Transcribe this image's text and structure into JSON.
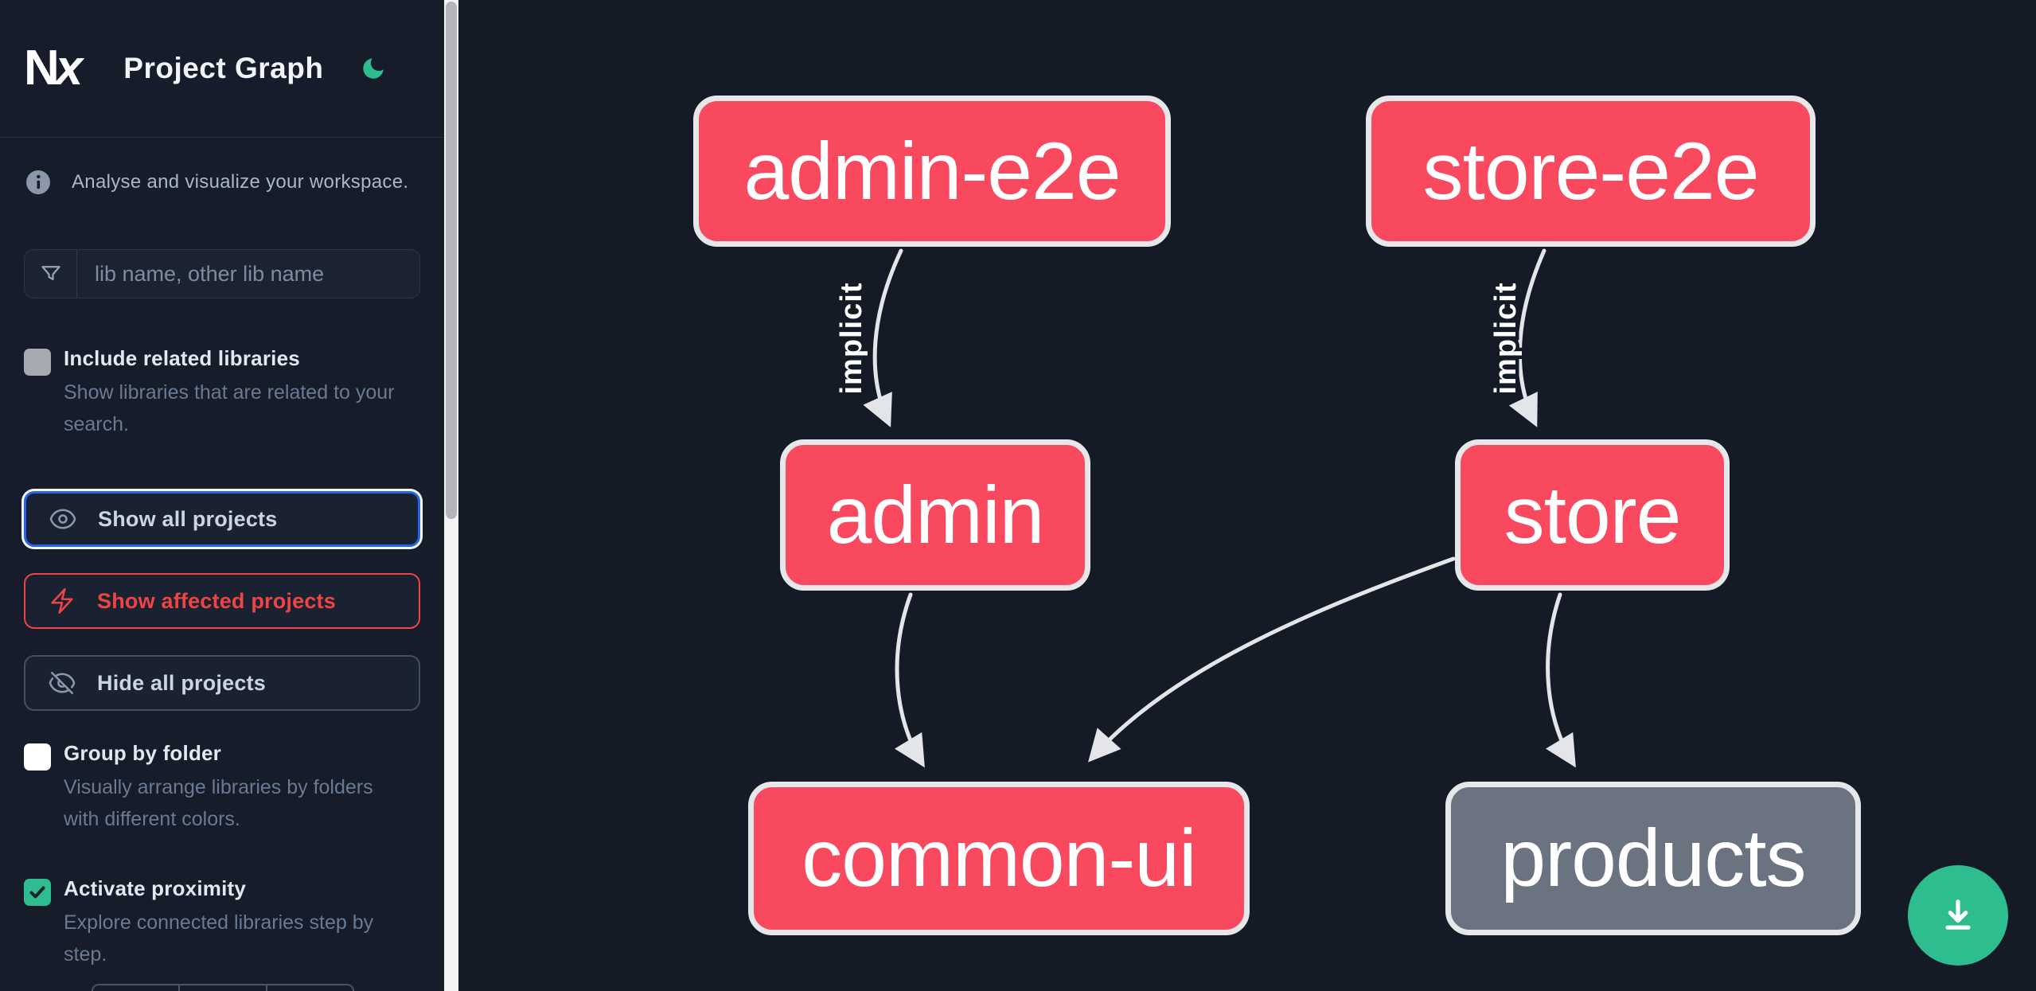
{
  "header": {
    "logo_text": "Nx",
    "app_title": "Project Graph"
  },
  "intro": {
    "text": "Analyse and visualize your workspace."
  },
  "search": {
    "placeholder": "lib name, other lib name",
    "value": ""
  },
  "toggles": [
    {
      "label": "Include related libraries",
      "description": "Show libraries that are related to your search.",
      "checked": false
    },
    {
      "label": "Group by folder",
      "description": "Visually arrange libraries by folders with different colors.",
      "checked": false
    },
    {
      "label": "Activate proximity",
      "description": "Explore connected libraries step by step.",
      "checked": true
    }
  ],
  "actions": [
    {
      "label": "Show all projects",
      "icon": "eye-icon",
      "state": "focused"
    },
    {
      "label": "Show affected projects",
      "icon": "bolt-icon",
      "state": "affected"
    },
    {
      "label": "Hide all projects",
      "icon": "eye-off-icon",
      "state": "default"
    }
  ],
  "graph": {
    "nodes": [
      {
        "id": "admin-e2e",
        "label": "admin-e2e",
        "color": "#f8495f"
      },
      {
        "id": "store-e2e",
        "label": "store-e2e",
        "color": "#f8495f"
      },
      {
        "id": "admin",
        "label": "admin",
        "color": "#f8495f"
      },
      {
        "id": "store",
        "label": "store",
        "color": "#f8495f"
      },
      {
        "id": "common-ui",
        "label": "common-ui",
        "color": "#f8495f"
      },
      {
        "id": "products",
        "label": "products",
        "color": "#6b7280"
      }
    ],
    "edges": [
      {
        "source": "admin-e2e",
        "target": "admin",
        "label": "implicit"
      },
      {
        "source": "store-e2e",
        "target": "store",
        "label": "implicit"
      },
      {
        "source": "admin",
        "target": "common-ui",
        "label": ""
      },
      {
        "source": "store",
        "target": "common-ui",
        "label": ""
      },
      {
        "source": "store",
        "target": "products",
        "label": ""
      }
    ]
  },
  "fab": {
    "icon": "download-icon"
  },
  "colors": {
    "node_pink": "#f8495f",
    "node_gray": "#6b7280",
    "node_border": "#e6e7ea",
    "edge": "#e4e5e8",
    "accent_green": "#2ebd8e",
    "focus_blue": "#2563eb",
    "affected_red": "#ef4444",
    "sidebar_bg": "#161c29",
    "canvas_bg": "#141a26"
  }
}
